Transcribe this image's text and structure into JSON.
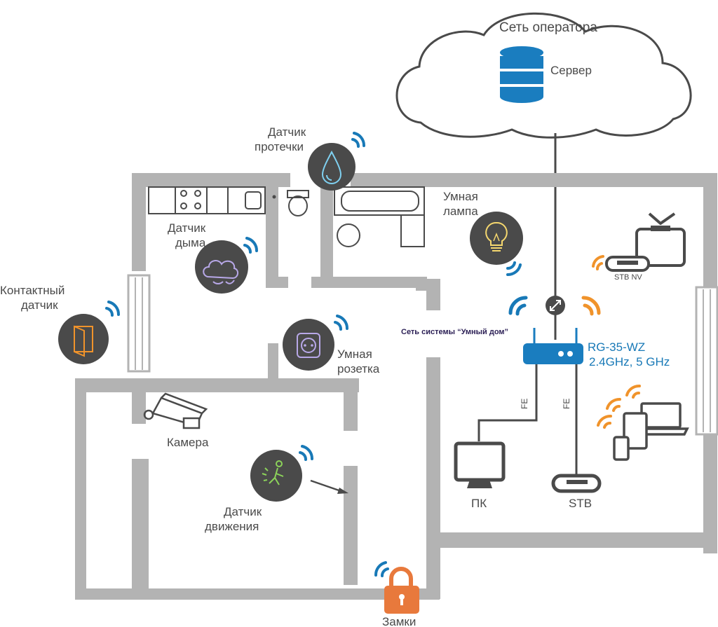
{
  "cloud": {
    "title": "Сеть оператора",
    "server_label": "Сервер"
  },
  "devices": {
    "leak_sensor": [
      "Датчик",
      "протечки"
    ],
    "smoke_sensor": [
      "Датчик",
      "дыма"
    ],
    "contact_sensor": [
      "Контактный",
      "датчик"
    ],
    "smart_socket": [
      "Умная",
      "розетка"
    ],
    "camera": "Камера",
    "motion_sensor": [
      "Датчик",
      "движения"
    ],
    "locks": "Замки",
    "smart_lamp": [
      "Умная",
      "лампа"
    ],
    "stb_nv": "STB NV",
    "pc": "ПК",
    "stb": "STB"
  },
  "router": {
    "model": "RG-35-WZ",
    "bands": "2.4GHz, 5 GHz",
    "port_left": "FE",
    "port_right": "FE"
  },
  "network_label": "Сеть системы “Умный дом”",
  "colors": {
    "wall": "#b3b3b3",
    "icon_bg": "#4a4a4a",
    "blue": "#1879b7",
    "orange": "#f0932b",
    "dark": "#4a4a4a"
  }
}
